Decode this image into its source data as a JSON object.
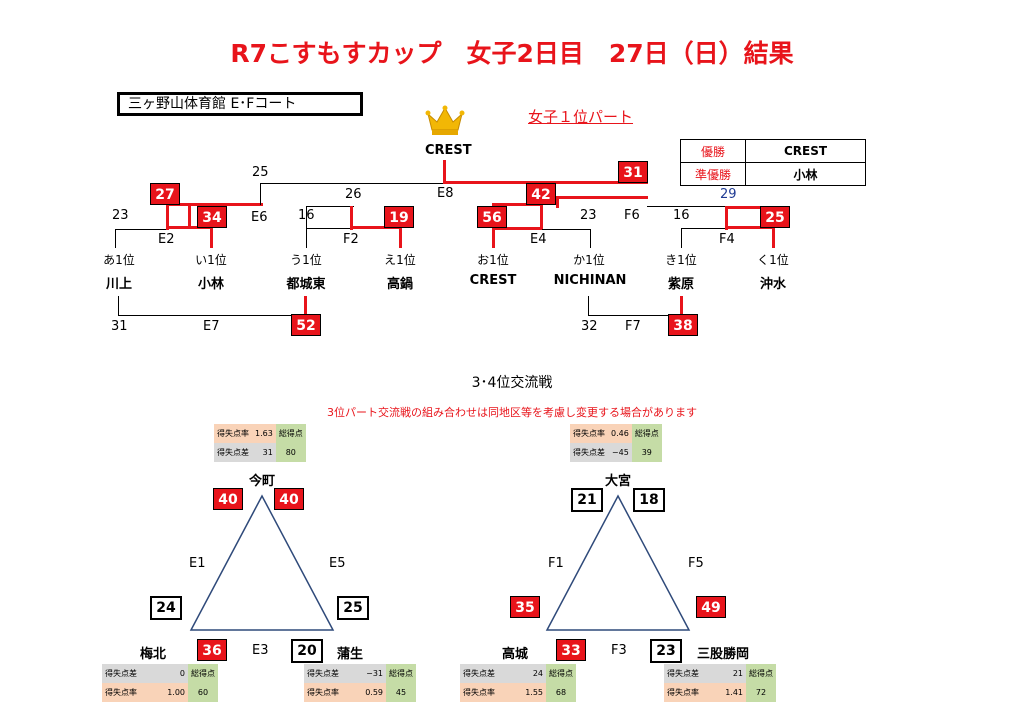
{
  "title": "R7こすもすカップ　女子2日目　27日（日）結果",
  "venue": "三ヶ野山体育館 E･Fコート",
  "part_label": "女子１位パート",
  "champion": "CREST",
  "results": {
    "win_label": "優勝",
    "win_team": "CREST",
    "runner_label": "準優勝",
    "runner_team": "小林"
  },
  "bracket": {
    "left_upper": {
      "w1": "27",
      "w2": "34",
      "l1": "23",
      "match1": "E2",
      "top": "25",
      "match_e6": "E6",
      "w3": "26",
      "w4": "19",
      "l4": "16",
      "match_f2": "F2"
    },
    "right_upper": {
      "w1": "56",
      "w2": "42",
      "match_e4": "E4",
      "l": "23",
      "w3": "31",
      "match_f6": "F6",
      "top29": "29",
      "l5": "16",
      "w5": "25",
      "match_f4": "F4"
    },
    "e8": "E8",
    "teams": [
      {
        "seed": "あ1位",
        "name": "川上"
      },
      {
        "seed": "い1位",
        "name": "小林"
      },
      {
        "seed": "う1位",
        "name": "都城東"
      },
      {
        "seed": "え1位",
        "name": "高鍋"
      },
      {
        "seed": "お1位",
        "name": "CREST"
      },
      {
        "seed": "か1位",
        "name": "NICHINAN"
      },
      {
        "seed": "き1位",
        "name": "紫原"
      },
      {
        "seed": "く1位",
        "name": "沖水"
      }
    ],
    "lower_left": {
      "l": "31",
      "match": "E7",
      "w": "52"
    },
    "lower_right": {
      "l": "32",
      "match": "F7",
      "w": "38"
    }
  },
  "sub_title": "3･4位交流戦",
  "note": "3位パート交流戦の組み合わせは同地区等を考慮し変更する場合があります",
  "left_tri": {
    "top_team": "今町",
    "top_s1": "40",
    "top_s2": "40",
    "m_left": "E1",
    "m_right": "E5",
    "m_bottom": "E3",
    "side_l": "24",
    "side_r": "25",
    "bl_team": "梅北",
    "bl_score": "36",
    "br_team": "蒲生",
    "br_score": "20",
    "top_stats": {
      "r1k": "得失点率",
      "r1v": "1.63",
      "r2k": "得失点差",
      "r2v": "31",
      "tk": "総得点",
      "tv": "80"
    },
    "bl_stats": {
      "r1k": "得失点差",
      "r1v": "0",
      "r2k": "得失点率",
      "r2v": "1.00",
      "tk": "総得点",
      "tv": "60"
    },
    "br_stats": {
      "r1k": "得失点差",
      "r1v": "−31",
      "r2k": "得失点率",
      "r2v": "0.59",
      "tk": "総得点",
      "tv": "45"
    }
  },
  "right_tri": {
    "top_team": "大宮",
    "top_s1": "21",
    "top_s2": "18",
    "m_left": "F1",
    "m_right": "F5",
    "m_bottom": "F3",
    "side_l": "35",
    "side_r": "49",
    "bl_team": "高城",
    "bl_score": "33",
    "br_team": "三股勝岡",
    "br_score": "23",
    "top_stats": {
      "r1k": "得失点率",
      "r1v": "0.46",
      "r2k": "得失点差",
      "r2v": "−45",
      "tk": "総得点",
      "tv": "39"
    },
    "bl_stats": {
      "r1k": "得失点差",
      "r1v": "24",
      "r2k": "得失点率",
      "r2v": "1.55",
      "tk": "総得点",
      "tv": "68"
    },
    "br_stats": {
      "r1k": "得失点差",
      "r1v": "21",
      "r2k": "得失点率",
      "r2v": "1.41",
      "tk": "総得点",
      "tv": "72"
    }
  }
}
